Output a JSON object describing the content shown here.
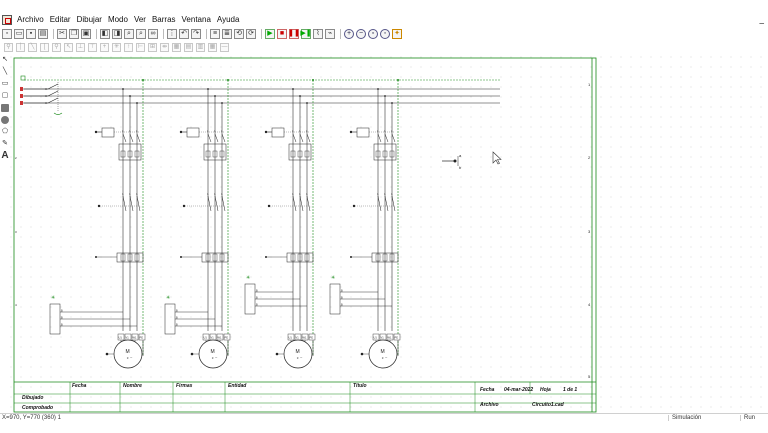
{
  "menubar": {
    "items": [
      "Archivo",
      "Editar",
      "Dibujar",
      "Modo",
      "Ver",
      "Barras",
      "Ventana",
      "Ayuda"
    ],
    "minimize": "_"
  },
  "title_block": {
    "fecha_label": "Fecha",
    "nombre_label": "Nombre",
    "firmas_label": "Firmas",
    "entidad_label": "Entidad",
    "titulo_label": "Título",
    "dibujado_label": "Dibujado",
    "comprobado_label": "Comprobado",
    "fecha_label_right": "Fecha",
    "fecha_value": "04-mar-2022",
    "hoja_label": "Hoja",
    "hoja_value": "1 de 1",
    "archivo_label": "Archivo",
    "archivo_value": "Circuito1.cad"
  },
  "grid_labels": {
    "right": [
      "1",
      "2",
      "3",
      "4",
      "5"
    ]
  },
  "motor_terminals": [
    "U1",
    "V1",
    "W1",
    "PE"
  ],
  "status": {
    "coords": "X=970, Y=770 (360) 1",
    "mode": "Simulación",
    "run": "Run"
  },
  "colors": {
    "wire": "#222222",
    "ground": "#1a8a1a",
    "border": "#1a8a1a",
    "gridline": "#cccccc"
  }
}
